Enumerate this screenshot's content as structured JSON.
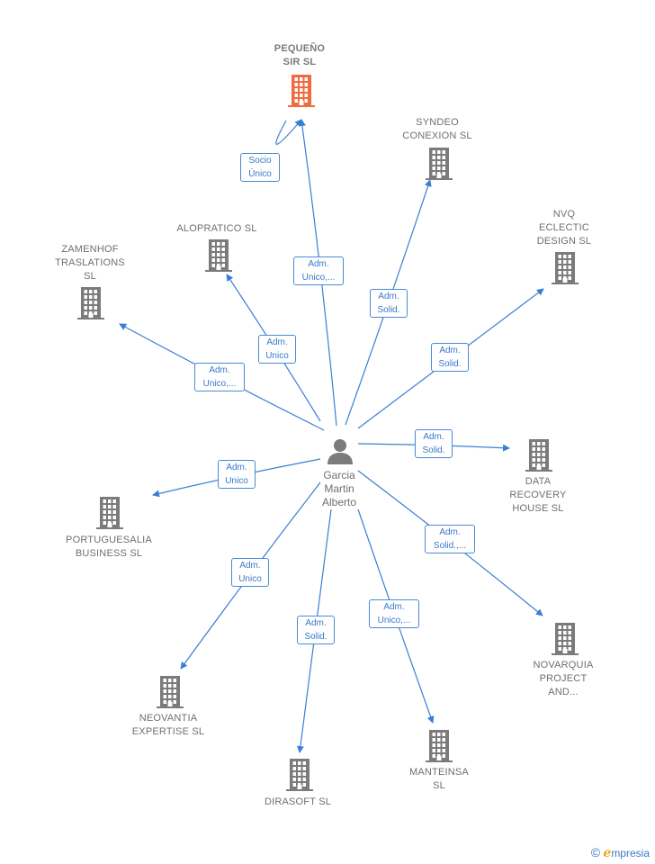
{
  "colors": {
    "edge": "#3a7fd5",
    "building": "#7b7b7b",
    "building_main": "#f26a3d",
    "person": "#7b7b7b",
    "label_border": "#4a8ad4",
    "brand": "#3a78c8",
    "brand_accent": "#f5a623"
  },
  "person": {
    "name": "Garcia\nMartin\nAlberto",
    "icon": "person-icon"
  },
  "companies": [
    {
      "id": "pequeno",
      "name": "PEQUEÑO\nSIR  SL",
      "main": true,
      "icon": "building-icon"
    },
    {
      "id": "alopratico",
      "name": "ALOPRATICO SL",
      "icon": "building-icon"
    },
    {
      "id": "syndeo",
      "name": "SYNDEO\nCONEXION  SL",
      "icon": "building-icon"
    },
    {
      "id": "nvq",
      "name": "NVQ\nECLECTIC\nDESIGN SL",
      "icon": "building-icon"
    },
    {
      "id": "zamenhof",
      "name": "ZAMENHOF\nTRASLATIONS\nSL",
      "icon": "building-icon"
    },
    {
      "id": "datarecovery",
      "name": "DATA\nRECOVERY\nHOUSE  SL",
      "icon": "building-icon"
    },
    {
      "id": "portuguesalia",
      "name": "PORTUGUESALIA\nBUSINESS  SL",
      "icon": "building-icon"
    },
    {
      "id": "novarquia",
      "name": "NOVARQUIA\nPROJECT\nAND...",
      "icon": "building-icon"
    },
    {
      "id": "neovantia",
      "name": "NEOVANTIA\nEXPERTISE  SL",
      "icon": "building-icon"
    },
    {
      "id": "dirasoft",
      "name": "DIRASOFT SL",
      "icon": "building-icon"
    },
    {
      "id": "manteinsa",
      "name": "MANTEINSA\nSL",
      "icon": "building-icon"
    }
  ],
  "edges": [
    {
      "from": "alopratico",
      "to": "pequeno",
      "label": "Socio\nÚnico"
    },
    {
      "from": "person",
      "to": "pequeno",
      "label": "Adm.\nUnico,..."
    },
    {
      "from": "person",
      "to": "alopratico",
      "label": "Adm.\nUnico"
    },
    {
      "from": "person",
      "to": "syndeo",
      "label": "Adm.\nSolid."
    },
    {
      "from": "person",
      "to": "nvq",
      "label": "Adm.\nSolid."
    },
    {
      "from": "person",
      "to": "zamenhof",
      "label": "Adm.\nUnico,..."
    },
    {
      "from": "person",
      "to": "datarecovery",
      "label": "Adm.\nSolid."
    },
    {
      "from": "person",
      "to": "portuguesalia",
      "label": "Adm.\nUnico"
    },
    {
      "from": "person",
      "to": "novarquia",
      "label": "Adm.\nSolid.,..."
    },
    {
      "from": "person",
      "to": "neovantia",
      "label": "Adm.\nUnico"
    },
    {
      "from": "person",
      "to": "dirasoft",
      "label": "Adm.\nSolid."
    },
    {
      "from": "person",
      "to": "manteinsa",
      "label": "Adm.\nUnico,..."
    }
  ],
  "brand": {
    "copyright": "©",
    "initial": "e",
    "rest": "mpresia"
  }
}
